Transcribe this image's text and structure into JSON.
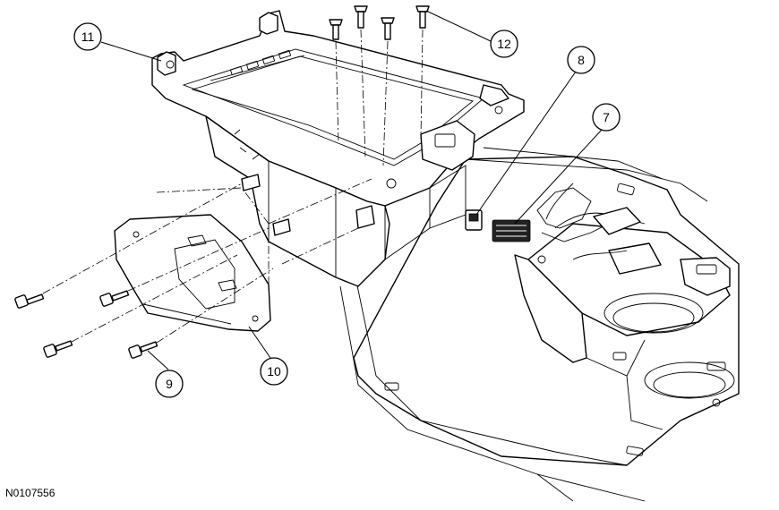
{
  "figure_id": "N0107556",
  "callouts": [
    {
      "label": "11"
    },
    {
      "label": "12"
    },
    {
      "label": "8"
    },
    {
      "label": "7"
    },
    {
      "label": "9"
    },
    {
      "label": "10"
    }
  ]
}
